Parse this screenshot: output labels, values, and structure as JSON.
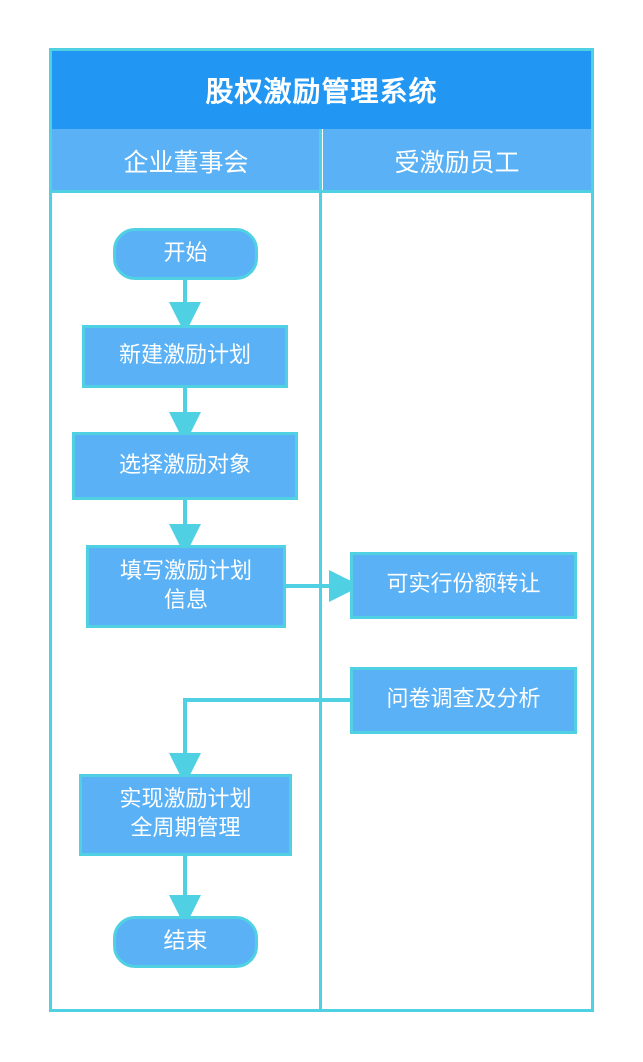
{
  "title": "股权激励管理系统",
  "lanes": [
    {
      "label": "企业董事会"
    },
    {
      "label": "受激励员工"
    }
  ],
  "nodes": {
    "start": "开始",
    "create_plan": "新建激励计划",
    "select_target": "选择激励对象",
    "fill_info": "填写激励计划\n信息",
    "transfer": "可实行份额转让",
    "survey": "问卷调查及分析",
    "lifecycle": "实现激励计划\n全周期管理",
    "end": "结束"
  },
  "colors": {
    "title_bg": "#2196F3",
    "node_fill": "#5AB1F5",
    "border": "#4FD1E3",
    "arrow": "#4FD1E3"
  }
}
